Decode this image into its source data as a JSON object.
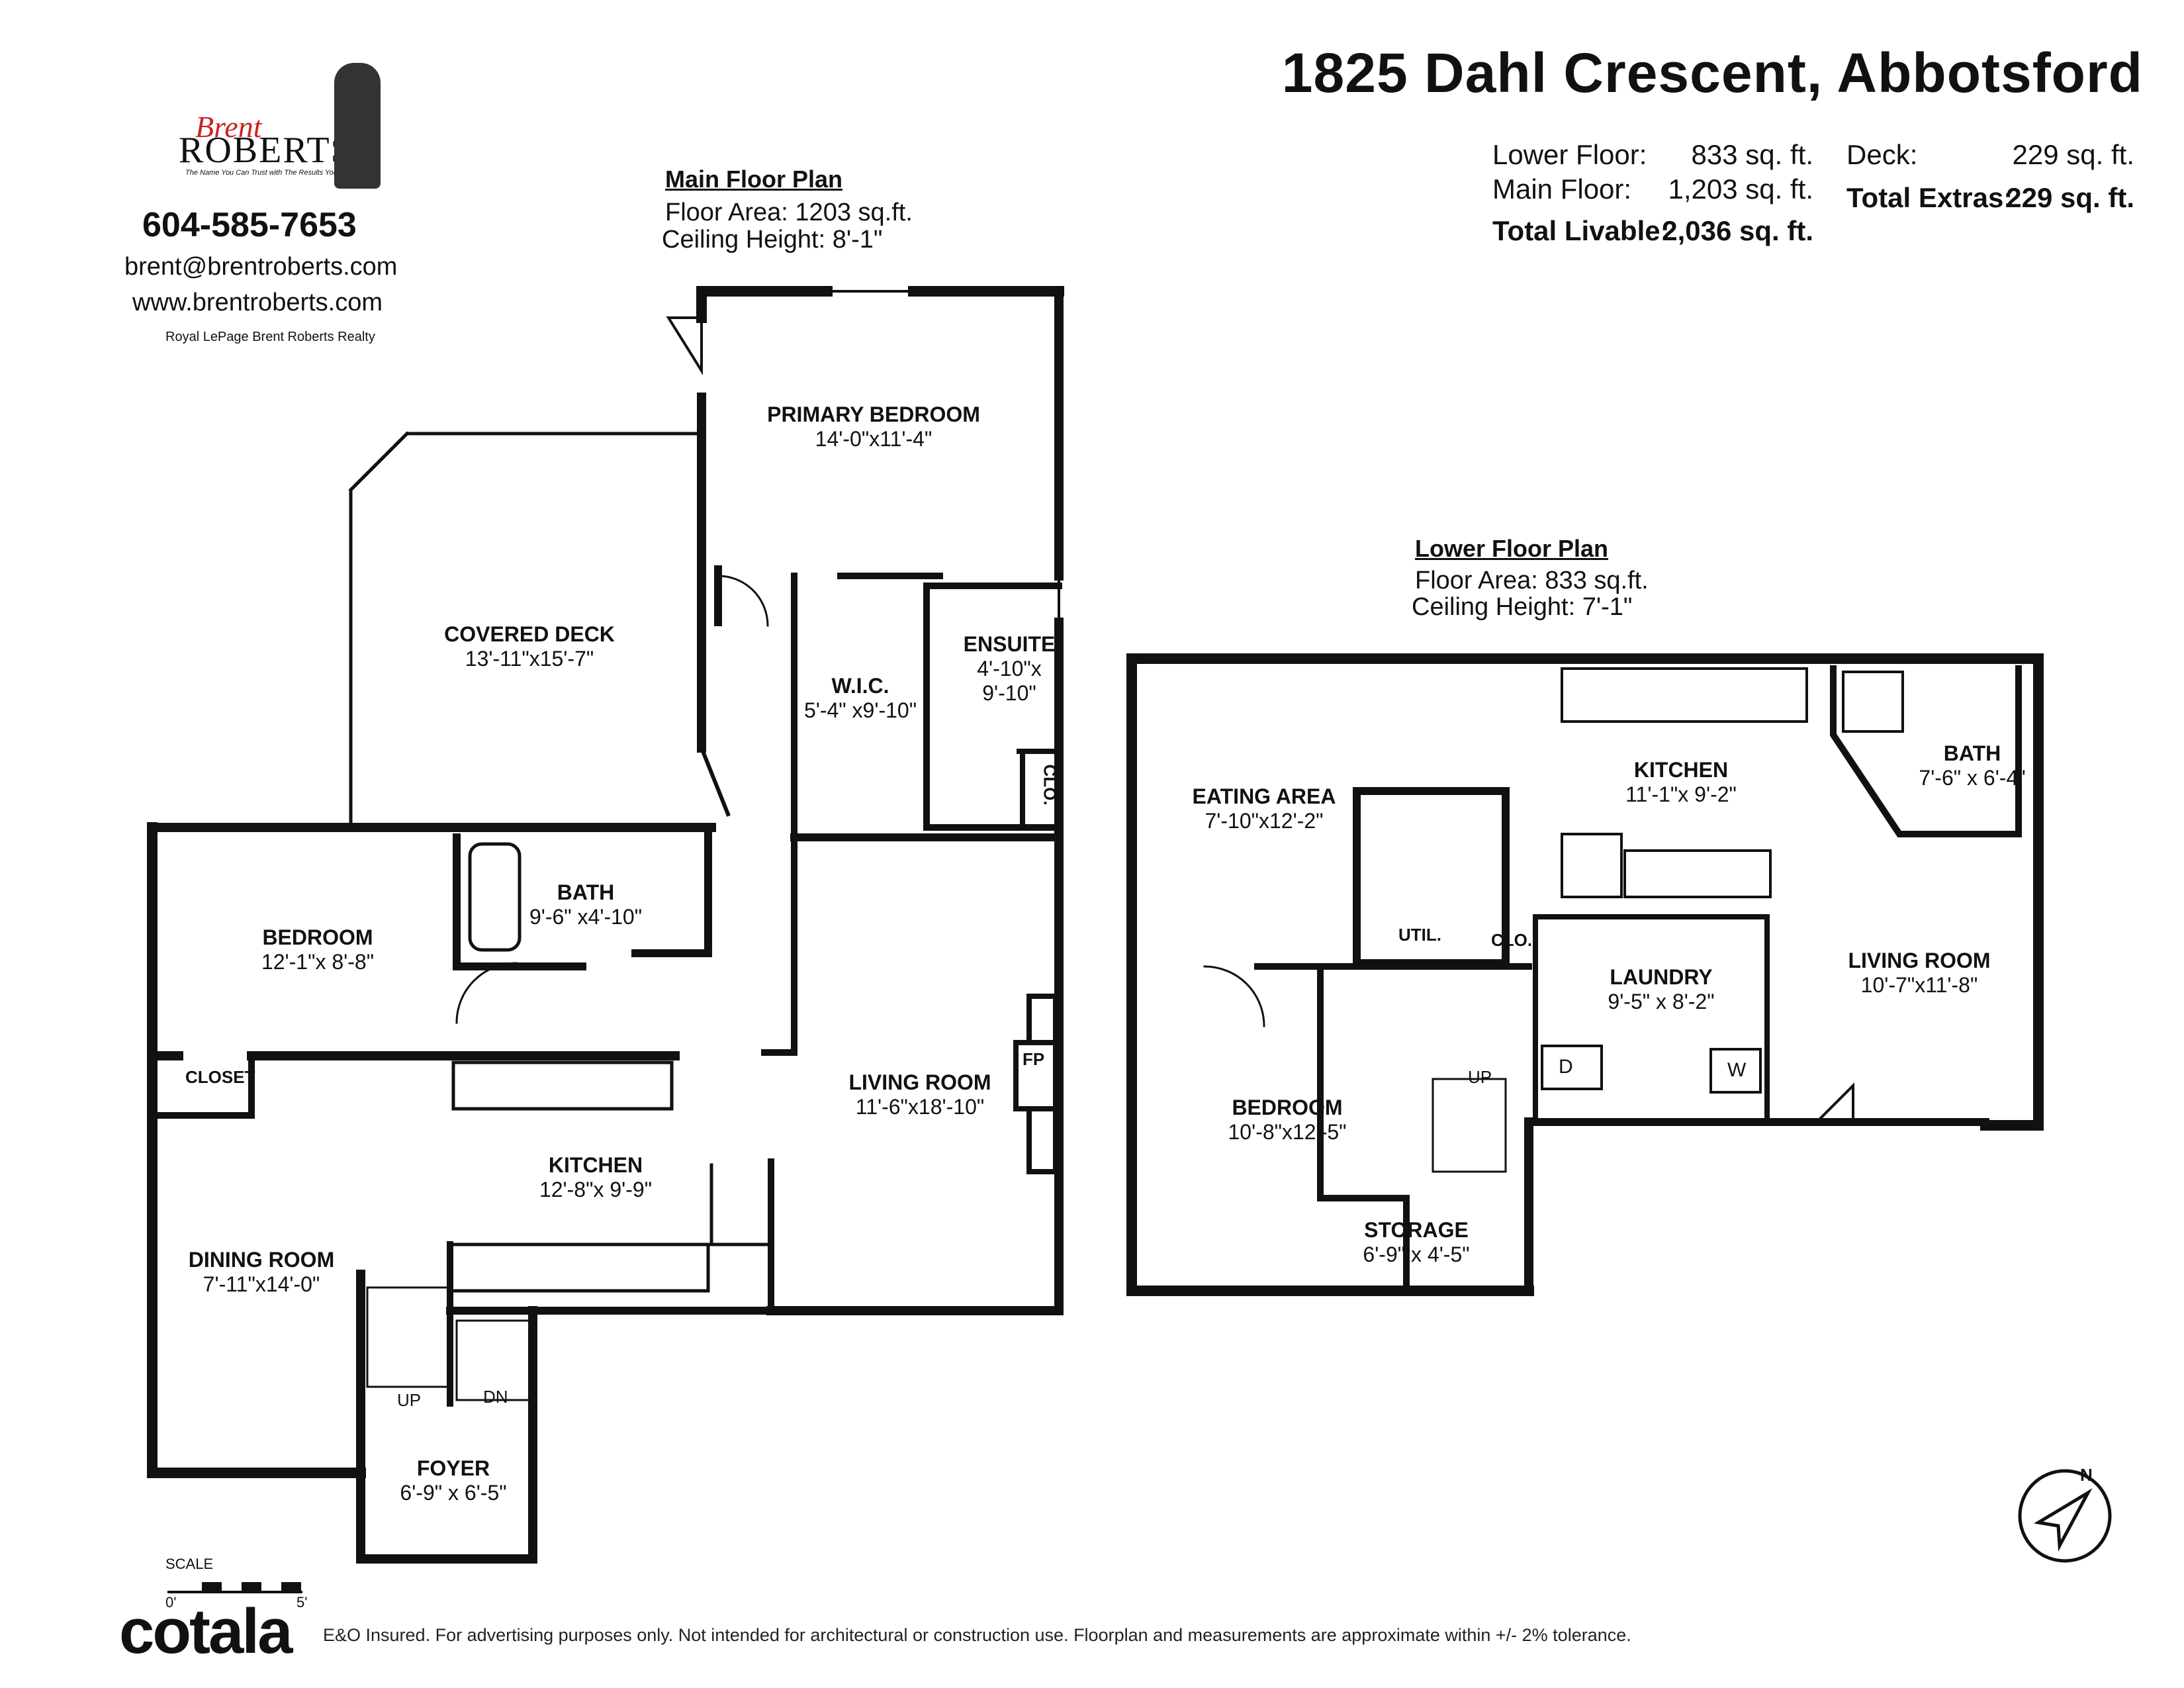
{
  "header": {
    "address": "1825 Dahl Crescent, Abbotsford",
    "lower_floor_label": "Lower Floor:",
    "lower_floor_value": "833 sq. ft.",
    "main_floor_label": "Main Floor:",
    "main_floor_value": "1,203 sq. ft.",
    "total_livable_label": "Total Livable:",
    "total_livable_value": "2,036 sq. ft.",
    "deck_label": "Deck:",
    "deck_value": "229 sq. ft.",
    "total_extras_label": "Total Extras:",
    "total_extras_value": "229 sq. ft."
  },
  "agent": {
    "logo_script": "Brent",
    "logo_name": "ROBERTS",
    "logo_tagline": "The Name You Can Trust with The Results You Expect!",
    "phone": "604-585-7653",
    "email": "brent@brentroberts.com",
    "website": "www.brentroberts.com",
    "company": "Royal LePage Brent Roberts Realty"
  },
  "main_floor": {
    "heading": "Main Floor Plan",
    "area": "Floor Area: 1203 sq.ft.",
    "ceiling": "Ceiling Height: 8'-1\"",
    "rooms": [
      {
        "name": "PRIMARY BEDROOM",
        "dim": "14'-0\"x11'-4\""
      },
      {
        "name": "COVERED DECK",
        "dim": "13'-11\"x15'-7\""
      },
      {
        "name": "W.I.C.",
        "dim": "5'-4\" x9'-10\""
      },
      {
        "name": "ENSUITE",
        "dim": "4'-10\"x 9'-10\""
      },
      {
        "name": "BATH",
        "dim": "9'-6\" x4'-10\""
      },
      {
        "name": "BEDROOM",
        "dim": "12'-1\"x 8'-8\""
      },
      {
        "name": "LIVING ROOM",
        "dim": "11'-6\"x18'-10\""
      },
      {
        "name": "KITCHEN",
        "dim": "12'-8\"x 9'-9\""
      },
      {
        "name": "DINING ROOM",
        "dim": "7'-11\"x14'-0\""
      },
      {
        "name": "FOYER",
        "dim": "6'-9\" x 6'-5\""
      }
    ],
    "labels": {
      "closet": "CLOSET",
      "clo": "CLO.",
      "fp": "FP",
      "up": "UP",
      "dn": "DN"
    }
  },
  "lower_floor": {
    "heading": "Lower Floor Plan",
    "area": "Floor Area: 833 sq.ft.",
    "ceiling": "Ceiling Height: 7'-1\"",
    "rooms": [
      {
        "name": "EATING AREA",
        "dim": "7'-10\"x12'-2\""
      },
      {
        "name": "KITCHEN",
        "dim": "11'-1\"x 9'-2\""
      },
      {
        "name": "BATH",
        "dim": "7'-6\" x 6'-4\""
      },
      {
        "name": "LAUNDRY",
        "dim": "9'-5\" x 8'-2\""
      },
      {
        "name": "LIVING ROOM",
        "dim": "10'-7\"x11'-8\""
      },
      {
        "name": "BEDROOM",
        "dim": "10'-8\"x12'-5\""
      },
      {
        "name": "STORAGE",
        "dim": "6'-9\" x 4'-5\""
      }
    ],
    "labels": {
      "util": "UTIL.",
      "clo": "CLO.",
      "up": "UP",
      "d": "D",
      "w": "W"
    }
  },
  "footer": {
    "scale_label": "SCALE",
    "scale_start": "0'",
    "scale_end": "5'",
    "brand": "cotala",
    "disclaimer": "E&O Insured. For advertising purposes only. Not intended for architectural or construction use. Floorplan and measurements are approximate within +/- 2% tolerance.",
    "compass_letter": "N"
  }
}
